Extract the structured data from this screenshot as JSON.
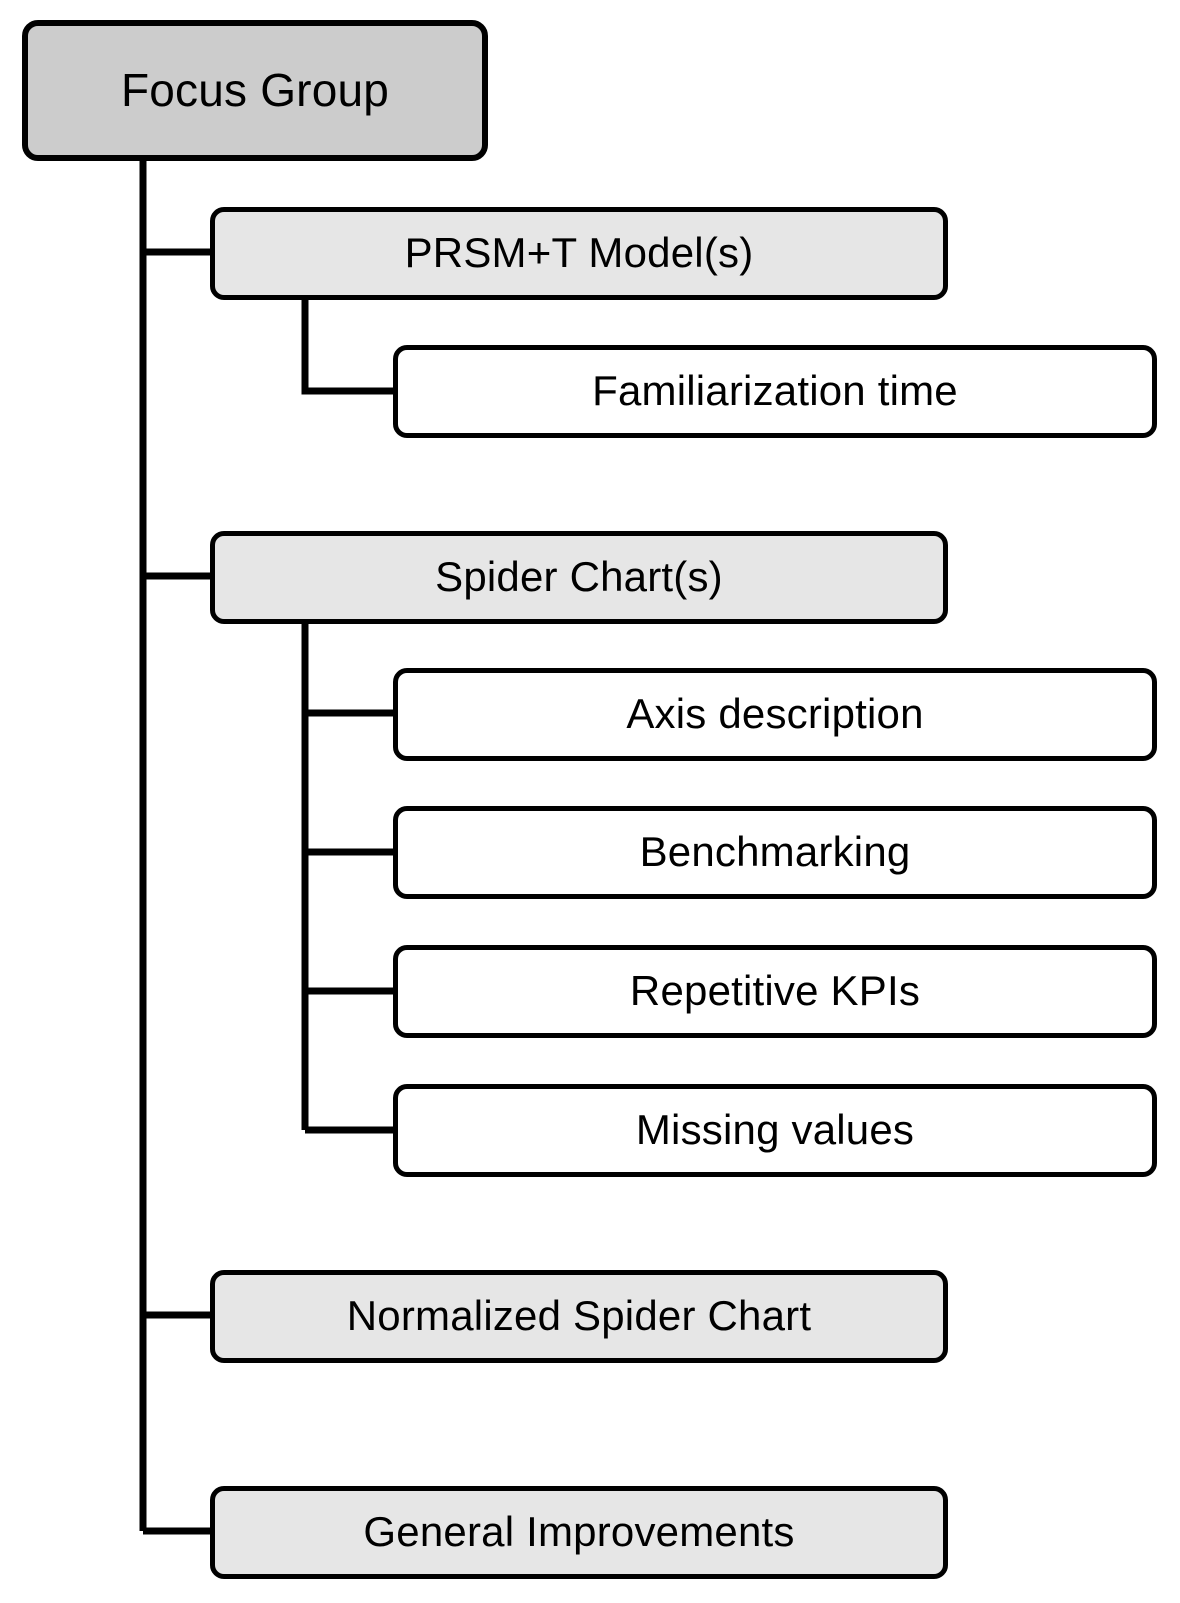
{
  "diagram": {
    "type": "tree",
    "orientation": "top-down-left-aligned",
    "colors": {
      "root_fill": "#cccccc",
      "level1_fill": "#e6e6e6",
      "level2_fill": "#ffffff",
      "stroke": "#000000",
      "background": "#ffffff"
    },
    "root": {
      "label": "Focus Group",
      "level": 0
    },
    "nodes": [
      {
        "id": "prsm-model",
        "label": "PRSM+T Model(s)",
        "level": 1,
        "parent": "focus-group"
      },
      {
        "id": "familiarization-time",
        "label": "Familiarization time",
        "level": 2,
        "parent": "prsm-model"
      },
      {
        "id": "spider-chart",
        "label": "Spider Chart(s)",
        "level": 1,
        "parent": "focus-group"
      },
      {
        "id": "axis-description",
        "label": "Axis description",
        "level": 2,
        "parent": "spider-chart"
      },
      {
        "id": "benchmarking",
        "label": "Benchmarking",
        "level": 2,
        "parent": "spider-chart"
      },
      {
        "id": "repetitive-kpis",
        "label": "Repetitive KPIs",
        "level": 2,
        "parent": "spider-chart"
      },
      {
        "id": "missing-values",
        "label": "Missing values",
        "level": 2,
        "parent": "spider-chart"
      },
      {
        "id": "normalized-spider-chart",
        "label": "Normalized Spider Chart",
        "level": 1,
        "parent": "focus-group"
      },
      {
        "id": "general-improvements",
        "label": "General Improvements",
        "level": 1,
        "parent": "focus-group"
      }
    ]
  }
}
